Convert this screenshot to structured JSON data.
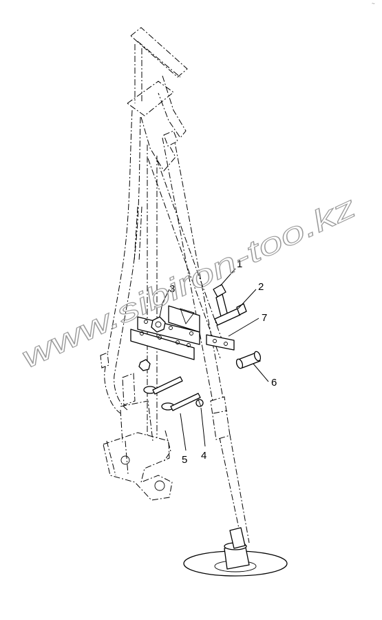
{
  "diagram": {
    "callouts": [
      {
        "id": "1",
        "label": "1"
      },
      {
        "id": "2",
        "label": "2"
      },
      {
        "id": "3",
        "label": "3"
      },
      {
        "id": "4",
        "label": "4"
      },
      {
        "id": "5",
        "label": "5"
      },
      {
        "id": "6",
        "label": "6"
      },
      {
        "id": "7",
        "label": "7"
      }
    ],
    "watermark": "www.sibiron-too.kz",
    "corner_mark": "~"
  }
}
